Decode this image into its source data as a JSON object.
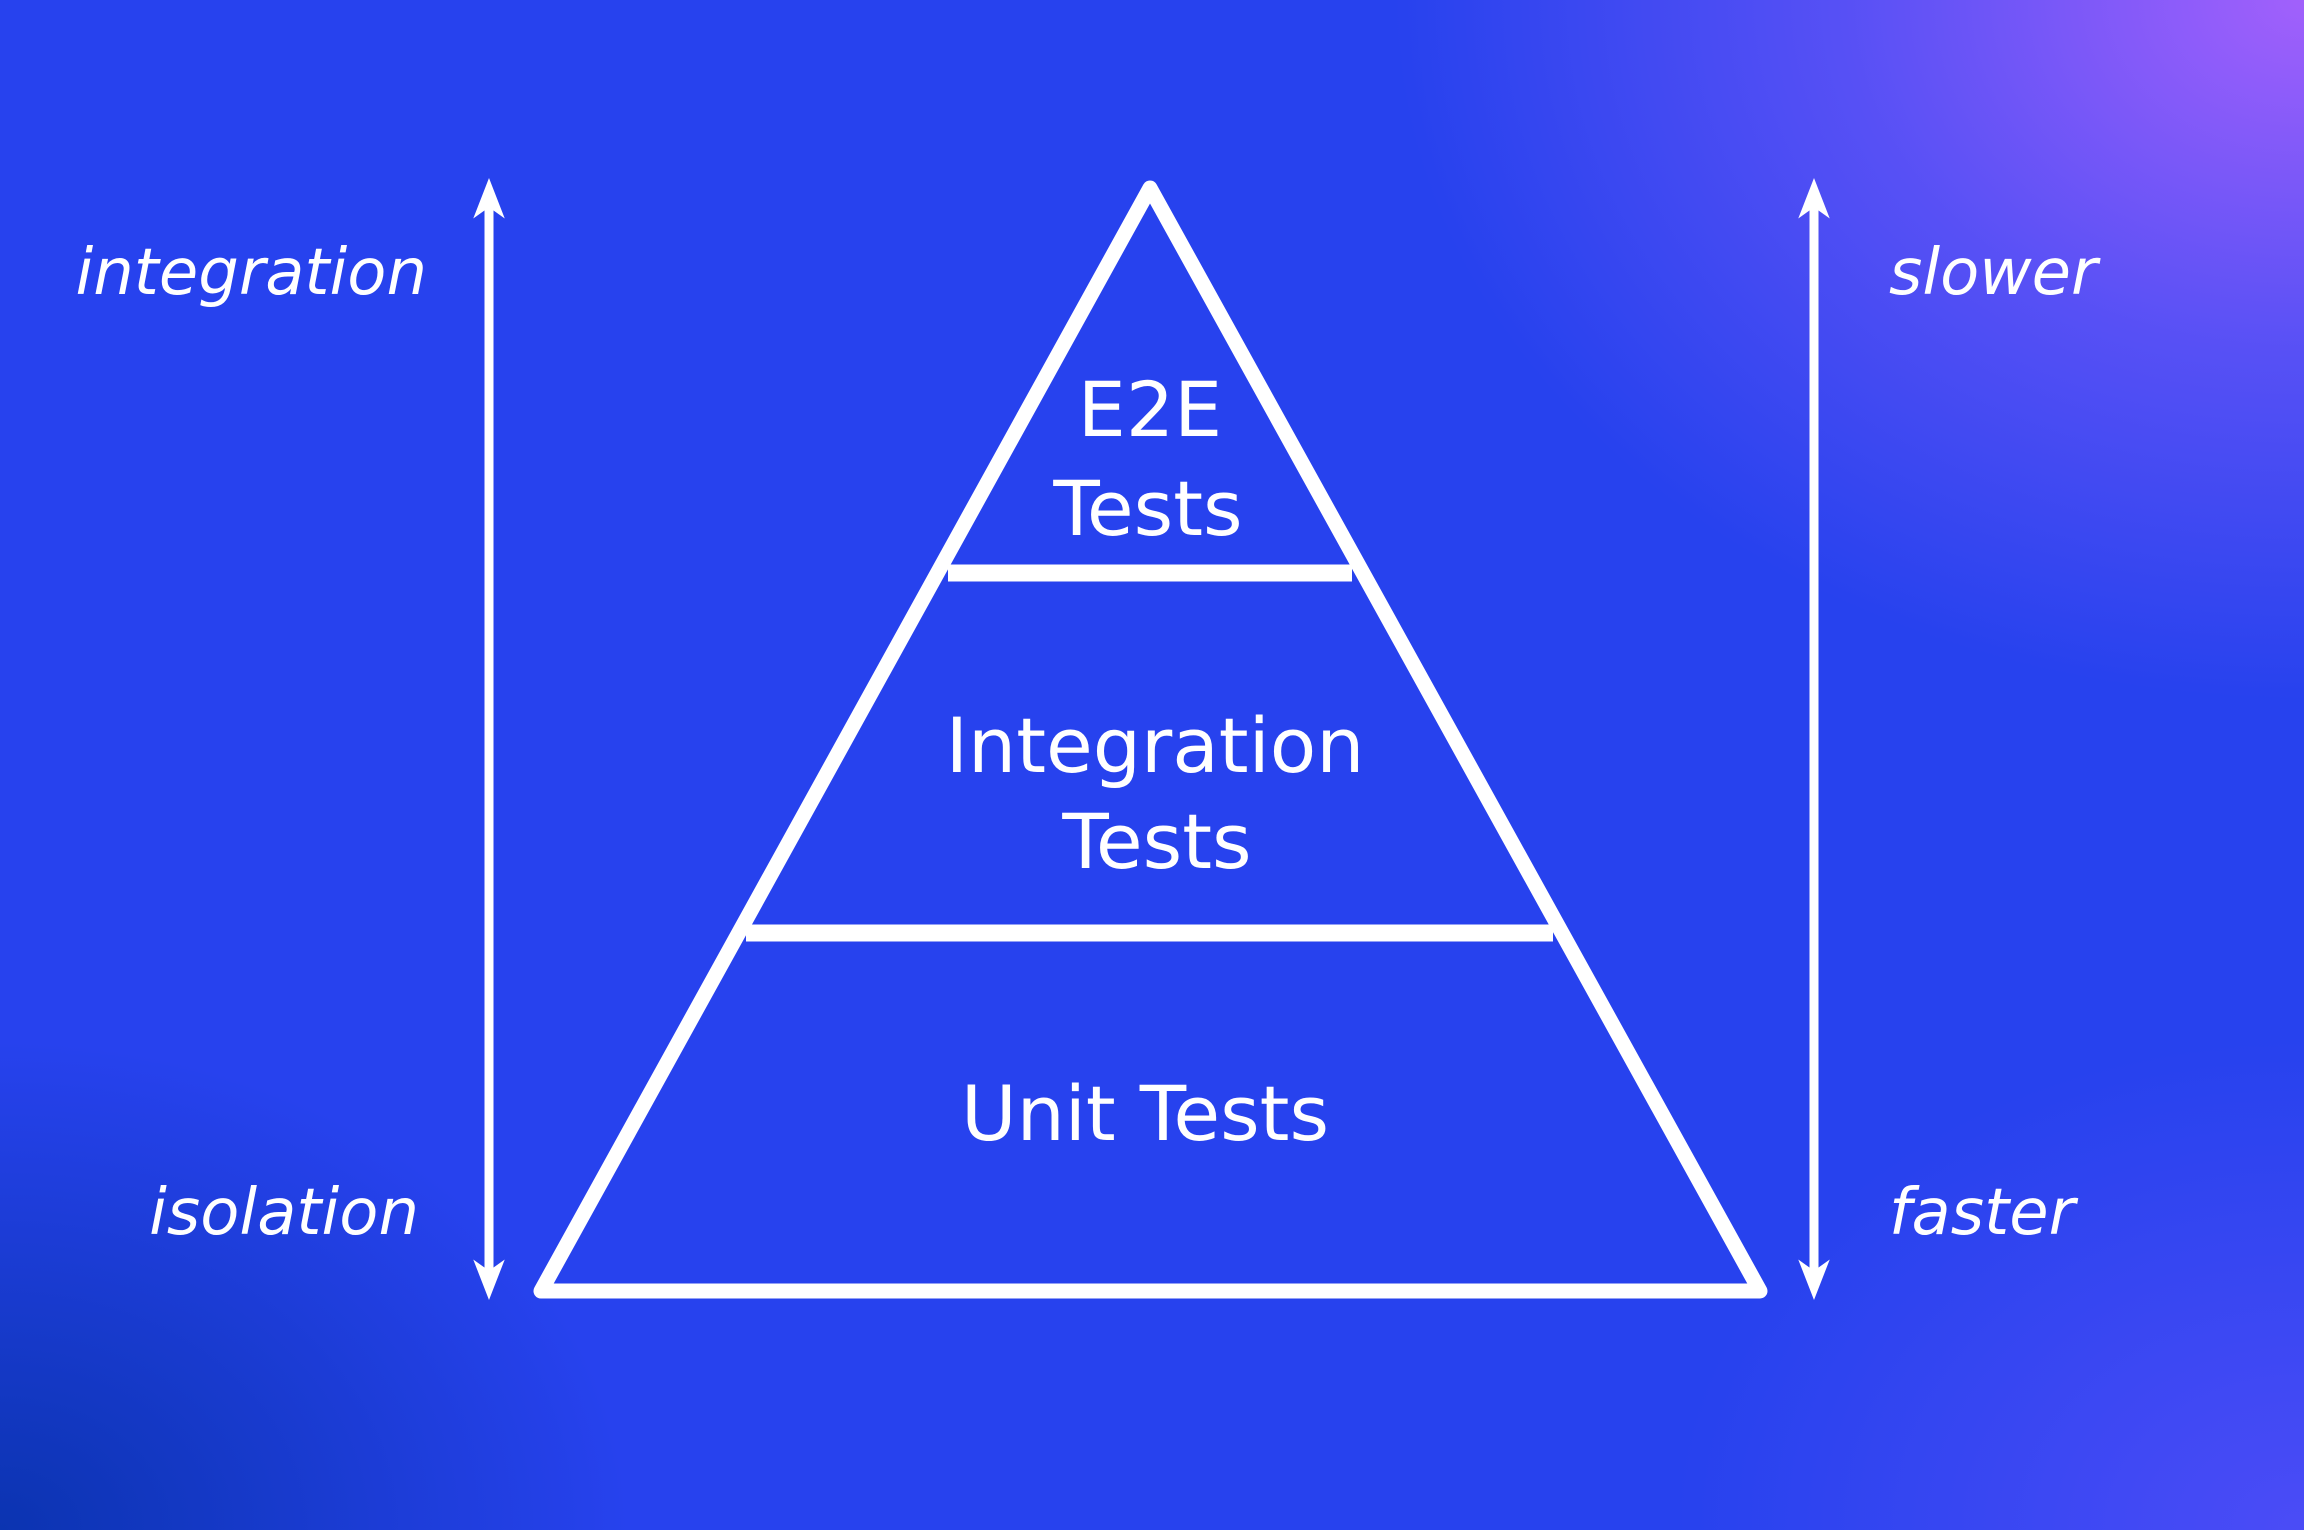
{
  "pyramid": {
    "top": {
      "line1": "E2E",
      "line2": "Tests"
    },
    "middle": {
      "line1": "Integration",
      "line2": "Tests"
    },
    "bottom": {
      "label": "Unit Tests"
    }
  },
  "left_axis": {
    "top_label": "integration",
    "bottom_label": "isolation"
  },
  "right_axis": {
    "top_label": "slower",
    "bottom_label": "faster"
  },
  "colors": {
    "stroke": "#ffffff",
    "background_main": "#2742ee",
    "background_accent": "#a862fc"
  }
}
